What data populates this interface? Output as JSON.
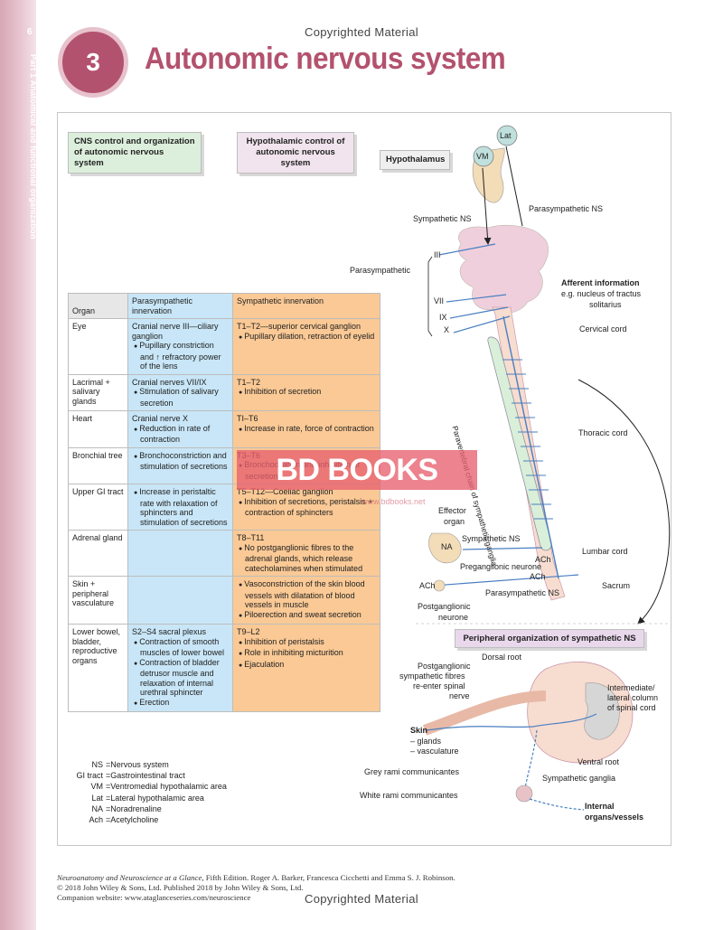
{
  "page": {
    "number": "6",
    "side_text": "Part 1  Anatomical and functional organization",
    "copyright_top": "Copyrighted Material",
    "copyright_bottom": "Copyrighted Material"
  },
  "chapter": {
    "number": "3",
    "title": "Autonomic nervous system"
  },
  "boxes": {
    "cns_control": "CNS control and organization of autonomic nervous system",
    "hypothalamic_control": "Hypothalamic control of autonomic nervous system",
    "hypothalamus": "Hypothalamus",
    "peripheral_org": "Peripheral organization of sympathetic NS"
  },
  "table": {
    "headers": [
      "Organ",
      "Parasympathetic innervation",
      "Sympathetic innervation"
    ],
    "rows": [
      {
        "organ": "Eye",
        "para_head": "Cranial nerve III—ciliary ganglion",
        "para_bullets": [
          "Pupillary constriction and ↑ refractory power of the lens"
        ],
        "sym_head": "T1–T2—superior cervical ganglion",
        "sym_bullets": [
          "Pupillary dilation, retraction of eyelid"
        ]
      },
      {
        "organ": "Lacrimal + salivary glands",
        "para_head": "Cranial nerves VII/IX",
        "para_bullets": [
          "Stimulation of salivary secretion"
        ],
        "sym_head": "T1–T2",
        "sym_bullets": [
          "Inhibition of secretion"
        ]
      },
      {
        "organ": "Heart",
        "para_head": "Cranial nerve X",
        "para_bullets": [
          "Reduction in rate of contraction"
        ],
        "sym_head": "TI–T6",
        "sym_bullets": [
          "Increase in rate, force of contraction"
        ]
      },
      {
        "organ": "Bronchial tree",
        "para_head": "",
        "para_bullets": [
          "Bronchoconstriction and stimulation of secretions"
        ],
        "sym_head": "T3–T6",
        "sym_bullets": [
          "Bronchodilation and inhibition of secretions"
        ]
      },
      {
        "organ": "Upper GI tract",
        "para_head": "",
        "para_bullets": [
          "Increase in peristaltic rate with relaxation of sphincters and stimulation of secretions"
        ],
        "sym_head": "T5–T12—Coeliac ganglion",
        "sym_bullets": [
          "Inhibition of secretions, peristalsis + contraction of sphincters"
        ]
      },
      {
        "organ": "Adrenal gland",
        "para_head": "",
        "para_bullets": [],
        "sym_head": "T8–T11",
        "sym_bullets": [
          "No postganglionic fibres to the adrenal glands, which release catecholamines when stimulated"
        ]
      },
      {
        "organ": "Skin + peripheral vasculature",
        "para_head": "",
        "para_bullets": [],
        "sym_head": "",
        "sym_bullets": [
          "Vasoconstriction of the skin blood vessels with dilatation of blood vessels in muscle",
          "Piloerection and sweat secretion"
        ]
      },
      {
        "organ": "Lower bowel, bladder, reproductive organs",
        "para_head": "S2–S4 sacral plexus",
        "para_bullets": [
          "Contraction of smooth muscles of lower bowel",
          "Contraction of bladder detrusor muscle and relaxation of internal urethral sphincter",
          "Erection"
        ],
        "sym_head": "T9–L2",
        "sym_bullets": [
          "Inhibition of peristalsis",
          "Role in inhibiting micturition",
          "Ejaculation"
        ]
      }
    ]
  },
  "legend": [
    {
      "abbr": "NS",
      "text": "Nervous system"
    },
    {
      "abbr": "GI tract",
      "text": "Gastrointestinal tract"
    },
    {
      "abbr": "VM",
      "text": "Ventromedial hypothalamic area"
    },
    {
      "abbr": "Lat",
      "text": "Lateral hypothalamic area"
    },
    {
      "abbr": "NA",
      "text": "Noradrenaline"
    },
    {
      "abbr": "Ach",
      "text": "Acetylcholine"
    }
  ],
  "diagram": {
    "vm": "VM",
    "lat": "Lat",
    "sympathetic_ns": "Sympathetic NS",
    "parasympathetic_ns": "Parasympathetic NS",
    "nerve_iii": "III",
    "parasympathetic": "Parasympathetic",
    "nerve_vii": "VII",
    "nerve_ix": "IX",
    "nerve_x": "X",
    "afferent_title": "Afferent information",
    "afferent_sub1": "e.g. nucleus of tractus",
    "afferent_sub2": "solitarius",
    "cervical_cord": "Cervical cord",
    "paravertebral": "Paravertebral chain of sympathetic ganglia",
    "thoracic_cord": "Thoracic cord",
    "effector_organ1": "Effector",
    "effector_organ2": "organ",
    "na": "NA",
    "sympathetic_ns2": "Sympathetic NS",
    "ach_top": "ACh",
    "lumbar_cord": "Lumbar cord",
    "preganglionic": "Preganglionic neurone",
    "ach_mid": "ACh",
    "ach_left": "ACh",
    "parasympathetic_ns2": "Parasympathetic NS",
    "sacrum": "Sacrum",
    "postganglionic1": "Postganglionic",
    "postganglionic2": "neurone",
    "dorsal_root": "Dorsal root",
    "postgang_fibres1": "Postganglionic",
    "postgang_fibres2": "sympathetic fibres",
    "postgang_fibres3": "re-enter spinal",
    "postgang_fibres4": "nerve",
    "intermediate1": "Intermediate/",
    "intermediate2": "lateral column",
    "intermediate3": "of spinal cord",
    "skin": "Skin",
    "skin_glands": "– glands",
    "skin_vasc": "– vasculature",
    "ventral_root": "Ventral root",
    "grey_rami": "Grey rami communicantes",
    "sympathetic_ganglia": "Sympathetic ganglia",
    "white_rami": "White rami communicantes",
    "internal1": "Internal",
    "internal2": "organs/vessels"
  },
  "watermark": {
    "text": "BD BOOKS",
    "url": "www.bdbooks.net"
  },
  "caption": {
    "title": "Neuroanatomy and Neuroscience at a Glance,",
    "line1_rest": " Fifth Edition. Roger A. Barker, Francesca Cicchetti and Emma S. J. Robinson.",
    "line2": "© 2018 John Wiley & Sons, Ltd. Published 2018 by John Wiley & Sons, Ltd.",
    "line3": "Companion website: www.ataglanceseries.com/neuroscience"
  },
  "colors": {
    "accent": "#b3526e",
    "parasympathetic_col": "#c8e6f7",
    "sympathetic_col": "#fac995",
    "cord": "#f7dcd0",
    "chain": "#d9efd9"
  }
}
